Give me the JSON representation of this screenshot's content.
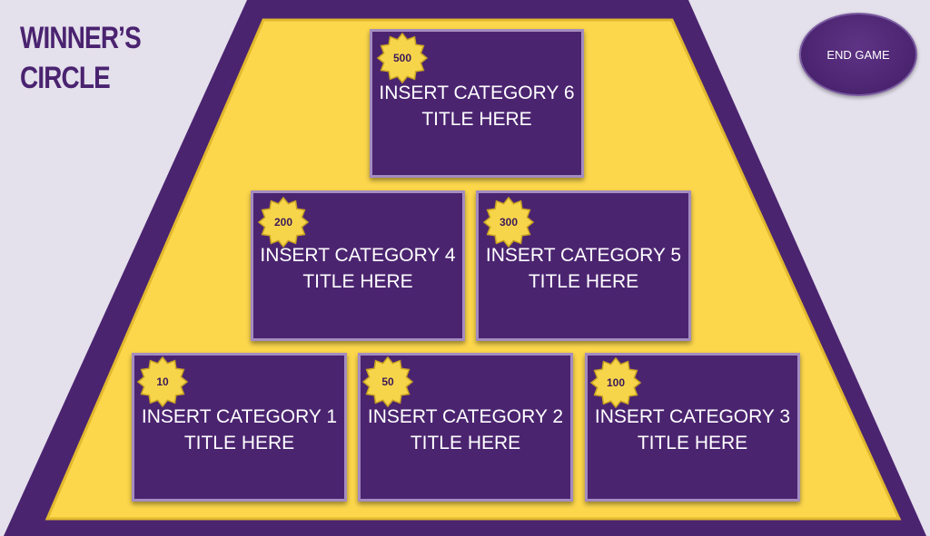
{
  "title": {
    "line1": "WINNER’S",
    "line2": "CIRCLE"
  },
  "end_game": {
    "label": "END GAME"
  },
  "colors": {
    "background": "#e4e0ec",
    "border_purple": "#4b2470",
    "board_yellow": "#fcd74c",
    "card_purple": "#4b2470",
    "badge_gold": "#f7d54a",
    "text_white": "#ffffff"
  },
  "categories": [
    {
      "id": "cat6",
      "points": "500",
      "line1": "INSERT CATEGORY 6",
      "line2": "TITLE HERE"
    },
    {
      "id": "cat4",
      "points": "200",
      "line1": "INSERT CATEGORY 4",
      "line2": "TITLE HERE"
    },
    {
      "id": "cat5",
      "points": "300",
      "line1": "INSERT CATEGORY 5",
      "line2": "TITLE HERE"
    },
    {
      "id": "cat1",
      "points": "10",
      "line1": "INSERT CATEGORY 1",
      "line2": "TITLE HERE"
    },
    {
      "id": "cat2",
      "points": "50",
      "line1": "INSERT CATEGORY 2",
      "line2": "TITLE HERE"
    },
    {
      "id": "cat3",
      "points": "100",
      "line1": "INSERT CATEGORY 3",
      "line2": "TITLE HERE"
    }
  ]
}
